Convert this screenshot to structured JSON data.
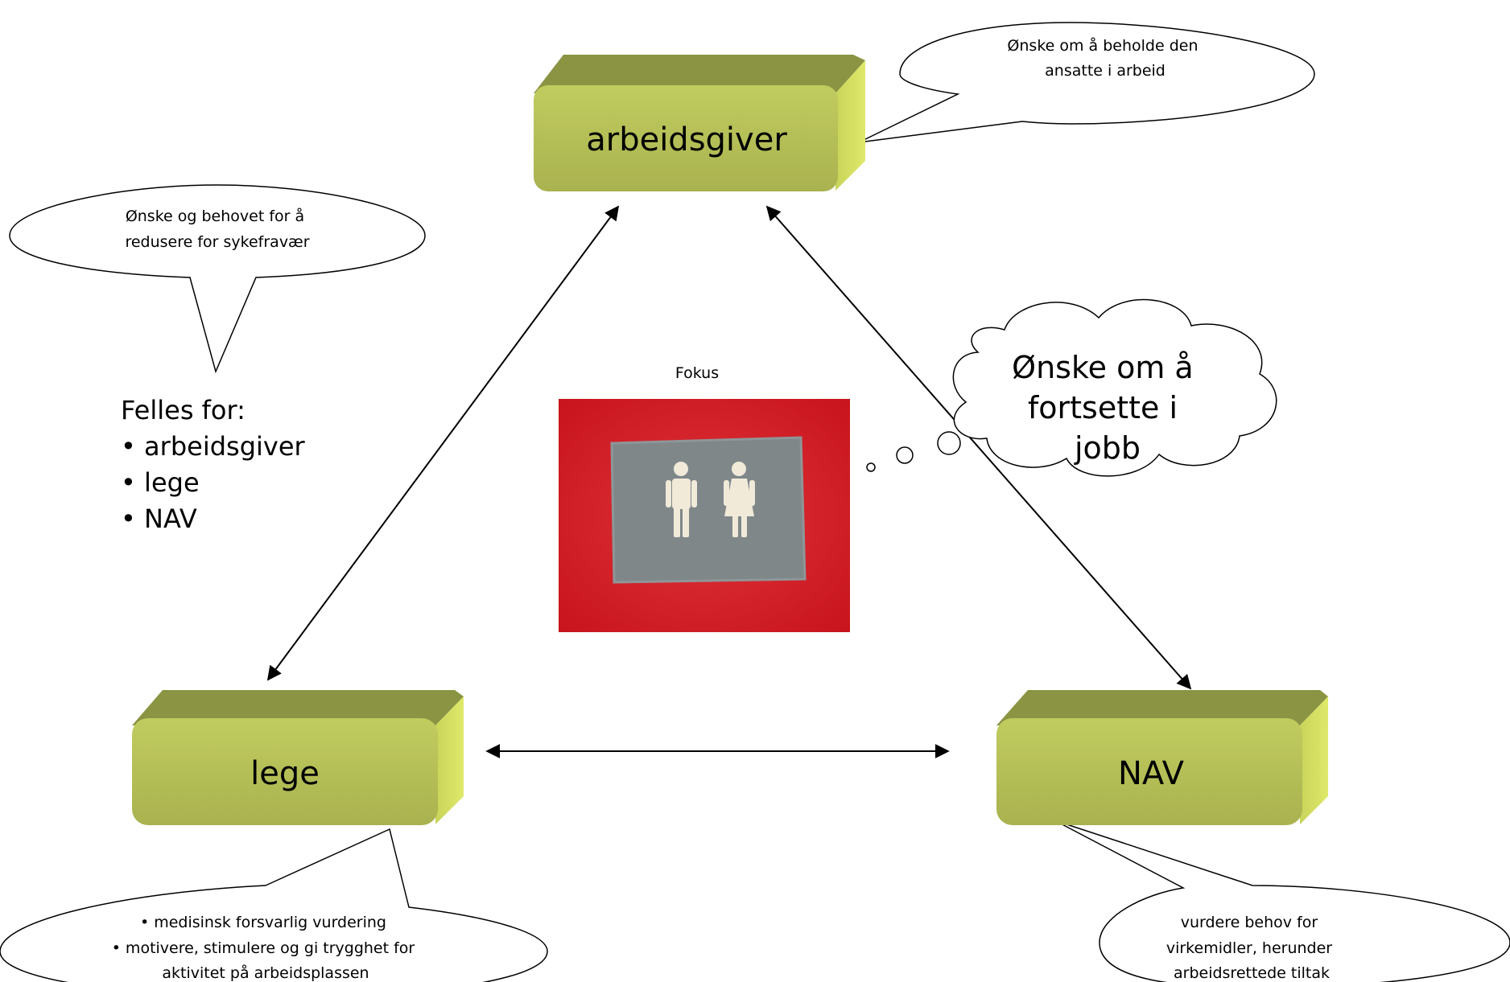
{
  "boxes": {
    "arbeidsgiver": "arbeidsgiver",
    "lege": "lege",
    "nav": "NAV"
  },
  "bubbles": {
    "arbeidsgiver": [
      "Ønske om å beholde den",
      "ansatte i arbeid"
    ],
    "sykefravaer": [
      "Ønske og behovet for å",
      "redusere for sykefravær"
    ],
    "lege": [
      "• medisinsk forsvarlig vurdering",
      "• motivere, stimulere og gi trygghet for",
      "aktivitet på arbeidsplassen"
    ],
    "nav": [
      "vurdere behov for",
      "virkemidler, herunder",
      "arbeidsrettede tiltak"
    ]
  },
  "cloud": [
    "Ønske om å",
    "fortsette i",
    "jobb"
  ],
  "felles": {
    "heading": "Felles for:",
    "items": [
      "arbeidsgiver",
      "lege",
      "NAV"
    ]
  },
  "fokus": {
    "label": "Fokus",
    "image_description_icons": [
      "man-figure-icon",
      "woman-figure-icon"
    ]
  },
  "colors": {
    "box_face": "#b5c158",
    "box_top": "#8a9443",
    "box_side": "#d4e05c",
    "photo_red": "#d9232a",
    "photo_gray": "#7f8789",
    "figure": "#f1ead9"
  }
}
